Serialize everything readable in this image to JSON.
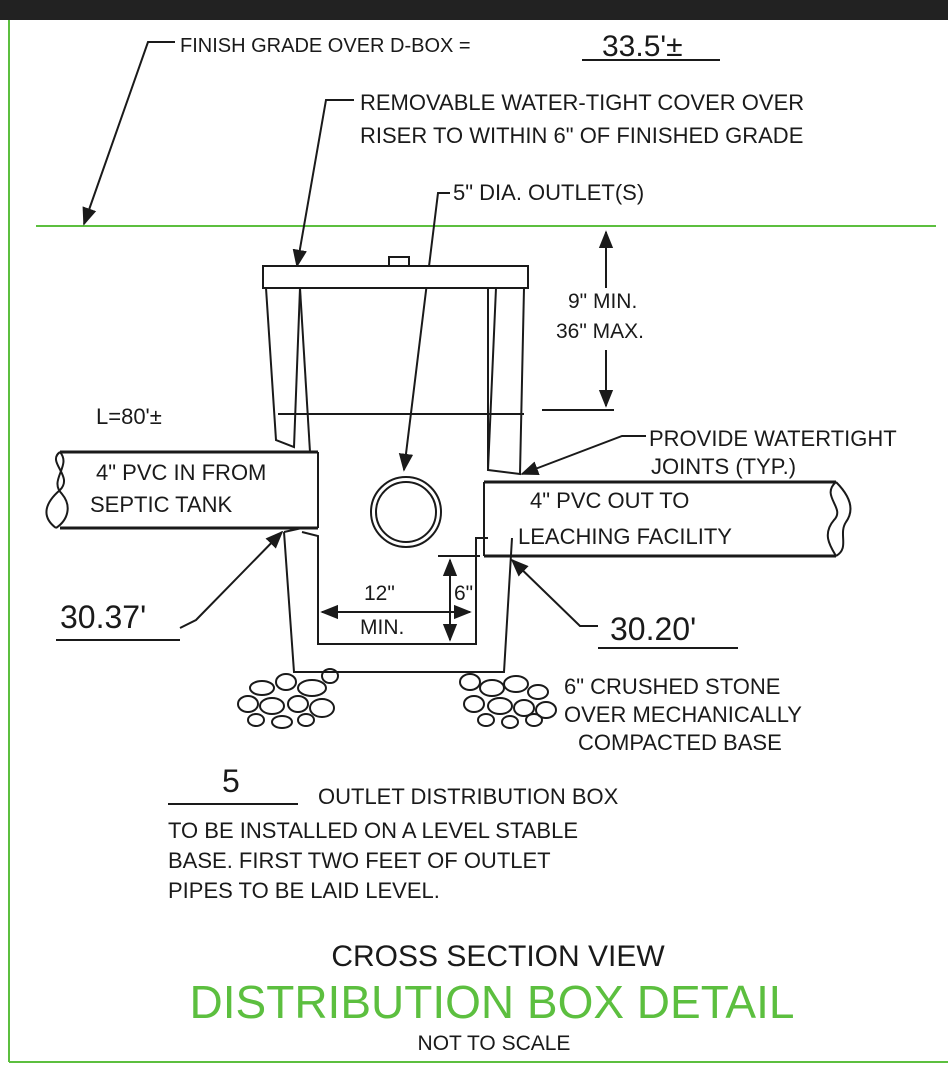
{
  "finish_grade": {
    "label": "FINISH GRADE OVER D-BOX =",
    "value": "33.5'±"
  },
  "cover_note": {
    "line1": "REMOVABLE WATER-TIGHT COVER OVER",
    "line2": "RISER TO WITHIN 6\" OF FINISHED GRADE"
  },
  "outlet_note": "5\" DIA. OUTLET(S)",
  "depth_dim": {
    "line1": "9\" MIN.",
    "line2": "36\" MAX."
  },
  "length_label": "L=80'±",
  "joints_note": {
    "line1": "PROVIDE WATERTIGHT",
    "line2": "JOINTS (TYP.)"
  },
  "pipe_in": {
    "line1": "4\" PVC IN FROM",
    "line2": "SEPTIC TANK"
  },
  "pipe_out": {
    "line1": "4\" PVC OUT TO",
    "line2": "LEACHING FACILITY"
  },
  "invert_in": "30.37'",
  "invert_out": "30.20'",
  "width_dim": {
    "line1": "12\"",
    "line2": "MIN."
  },
  "sump_dim": "6\"",
  "stone_note": {
    "line1": "6\" CRUSHED STONE",
    "line2": "OVER MECHANICALLY",
    "line3": "COMPACTED BASE"
  },
  "outlet_count": "5",
  "install_note": {
    "line1": "OUTLET DISTRIBUTION BOX",
    "line2": "TO BE INSTALLED ON A LEVEL STABLE",
    "line3": "BASE.  FIRST TWO FEET OF OUTLET",
    "line4": "PIPES TO BE LAID LEVEL."
  },
  "view_title": "CROSS SECTION VIEW",
  "main_title": "DISTRIBUTION BOX DETAIL",
  "scale_note": "NOT TO SCALE",
  "colors": {
    "accent": "#5cbf3f",
    "ink": "#1a1a1a",
    "topbar": "#222222"
  }
}
